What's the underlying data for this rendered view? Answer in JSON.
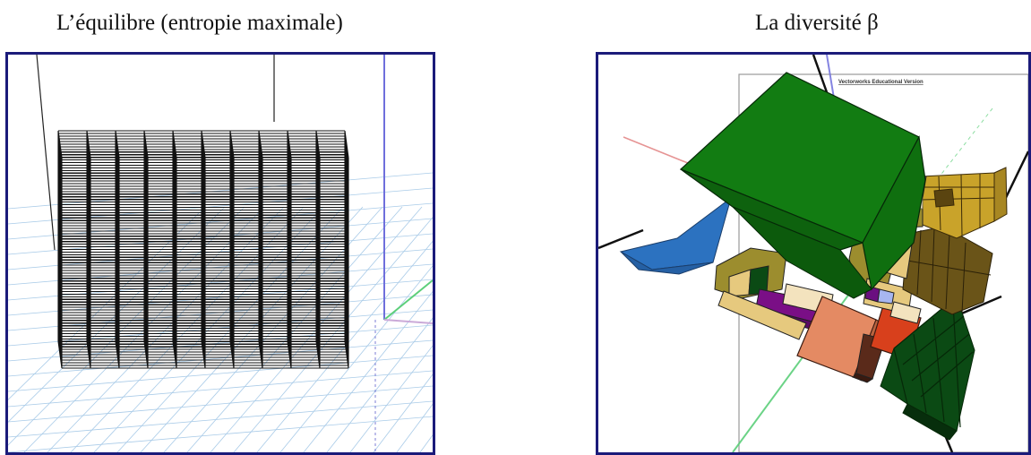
{
  "figure": {
    "left": {
      "caption": "L’équilibre (entropie maximale)",
      "grid_divisions": 10
    },
    "right": {
      "caption": "La diversité β",
      "watermark": "Vectorworks Educational Version"
    }
  },
  "colors": {
    "frame_border": "#1b1b7a",
    "grid_line": "#111111",
    "ground_grid": "#a9cbe8",
    "axis_blue": "#6f6fdc",
    "axis_green": "#5ccf7a",
    "axis_red": "#e07a7a",
    "green_block": "#127c12",
    "blue_block": "#2c72c0",
    "tan_block": "#e6c97e",
    "olive_block": "#9c8d2e",
    "brown_block": "#6a5418",
    "purple_block": "#7a0f86",
    "salmon_block": "#e48a63",
    "orange_block": "#d8401c",
    "dark_green_block": "#0b4a14"
  }
}
